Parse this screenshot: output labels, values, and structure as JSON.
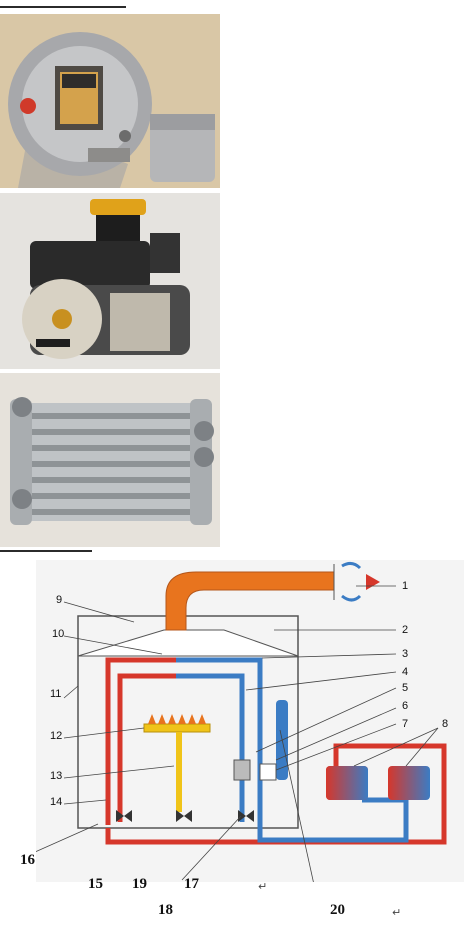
{
  "diagram": {
    "labels_right": [
      "1",
      "2",
      "3",
      "4",
      "5",
      "6",
      "7",
      "8"
    ],
    "labels_left": [
      "9",
      "10",
      "11",
      "12",
      "13",
      "14"
    ],
    "labels_bottom": [
      "16",
      "15",
      "19",
      "17",
      "18",
      "20"
    ]
  },
  "marks": [
    "↵",
    "↵"
  ],
  "colors": {
    "hot": "#d6372b",
    "cold": "#3b7cc4",
    "flue": "#e8741e",
    "gas": "#f0c419"
  }
}
